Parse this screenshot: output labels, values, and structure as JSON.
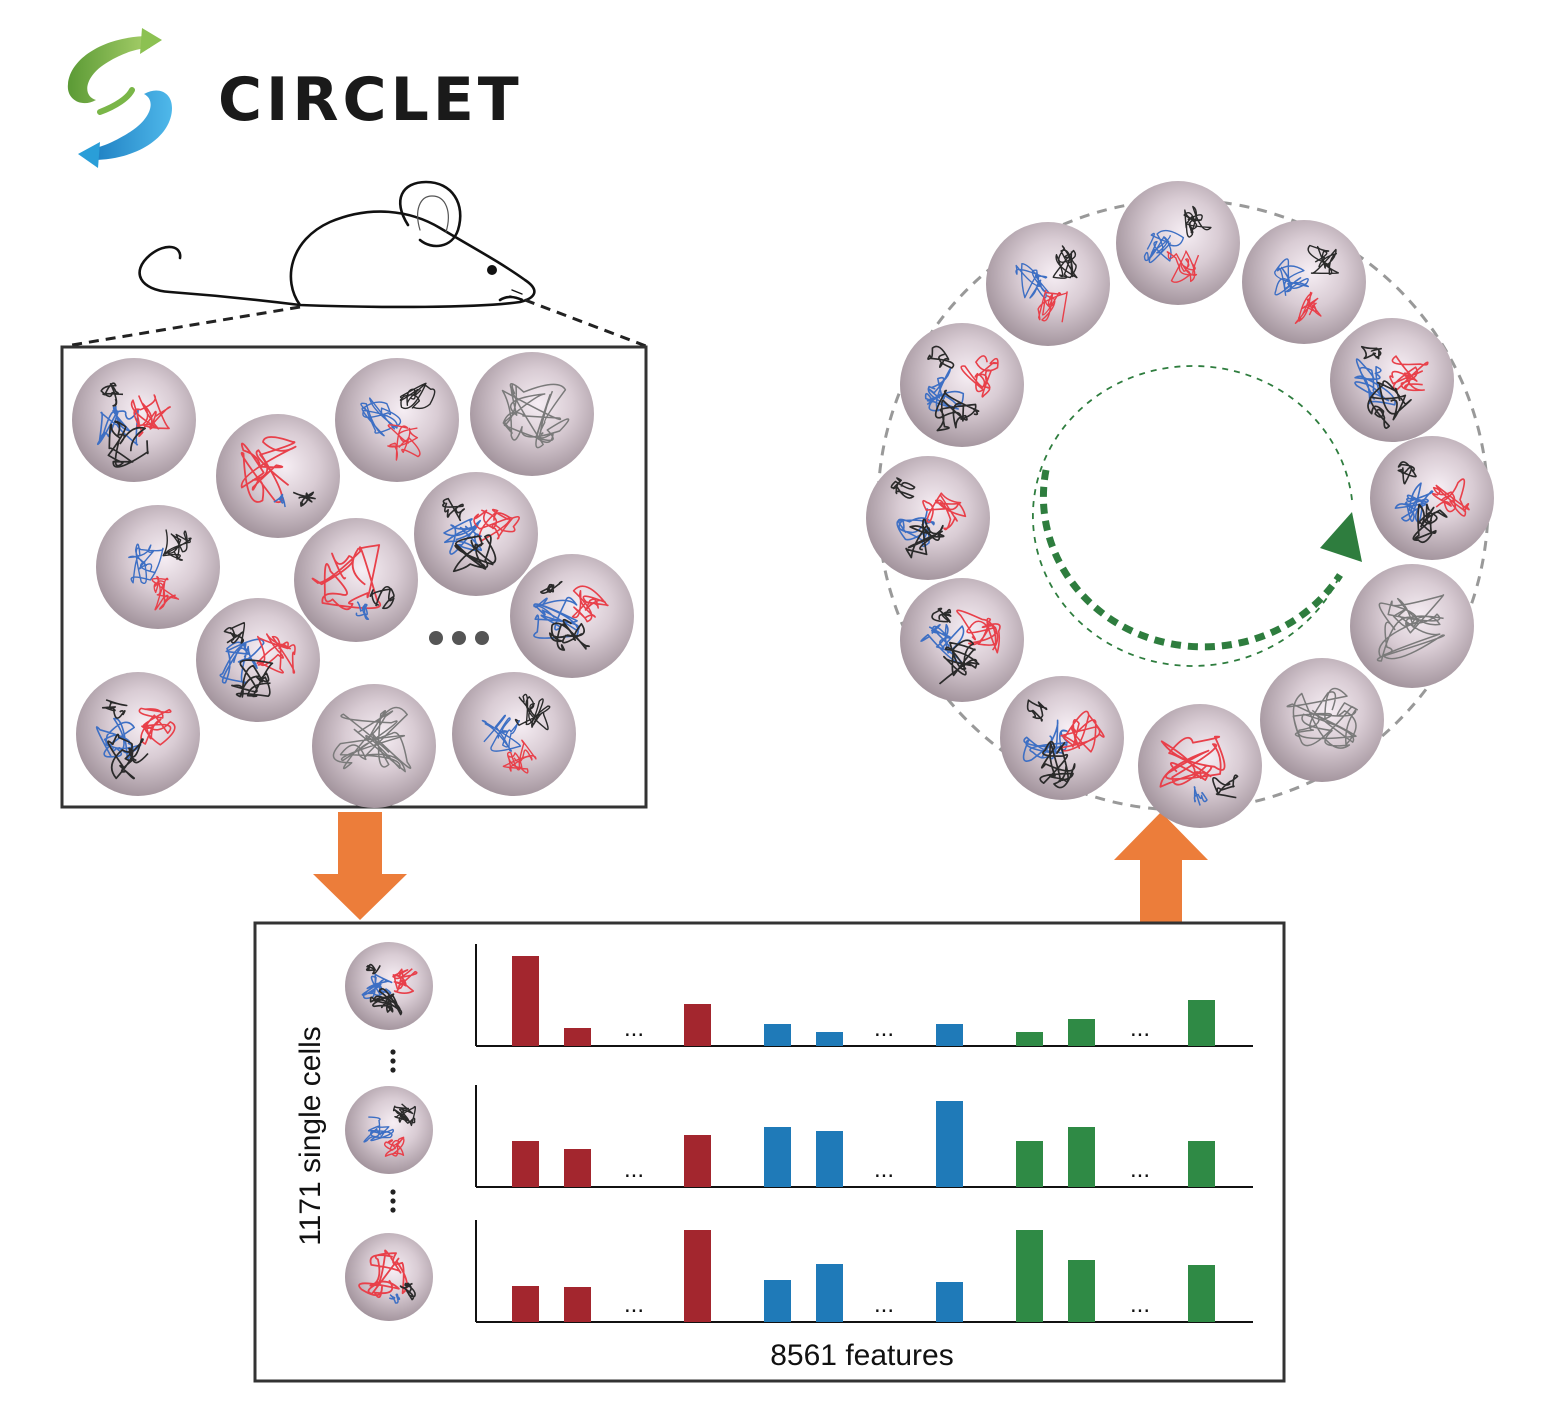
{
  "brand": {
    "name": "CIRCLET",
    "accent_green": "#6aa842",
    "accent_blue": "#2a9ed8"
  },
  "bottom_panel": {
    "y_label": "1171 single cells",
    "x_label": "8561 features",
    "ellipsis": "..."
  },
  "colors": {
    "red": "#a3262e",
    "blue": "#1f7ab8",
    "green": "#2f8a45",
    "orange_arrow": "#ec7d3a",
    "cycle_arrow": "#2e7d3e",
    "chrom_red": "#e8404a",
    "chrom_blue": "#3d6fc4",
    "chrom_black": "#2a2a2a",
    "chrom_gray": "#7a7a7a"
  },
  "chart_data": {
    "type": "bar",
    "groups": [
      "red",
      "blue",
      "green"
    ],
    "rows": [
      {
        "values": [
          [
            0.9,
            0.18,
            0.42
          ],
          [
            0.22,
            0.14,
            0.22
          ],
          [
            0.14,
            0.27,
            0.46
          ]
        ]
      },
      {
        "values": [
          [
            0.46,
            0.38,
            0.52
          ],
          [
            0.6,
            0.56,
            0.86
          ],
          [
            0.46,
            0.6,
            0.46
          ]
        ]
      },
      {
        "values": [
          [
            0.36,
            0.35,
            0.92
          ],
          [
            0.42,
            0.58,
            0.4
          ],
          [
            0.92,
            0.62,
            0.57
          ]
        ]
      }
    ]
  }
}
